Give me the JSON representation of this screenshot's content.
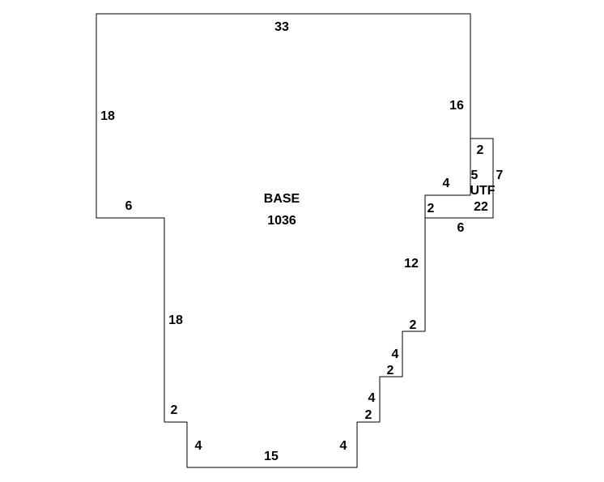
{
  "base": {
    "name": "BASE",
    "area": "1036",
    "dimensions": [
      "33",
      "16",
      "4",
      "2",
      "12",
      "2",
      "4",
      "2",
      "4",
      "2",
      "4",
      "15",
      "4",
      "2",
      "18",
      "6",
      "18"
    ]
  },
  "utf": {
    "name": "UTF",
    "area": "22",
    "dimensions": [
      "2",
      "7",
      "6",
      "5"
    ]
  }
}
